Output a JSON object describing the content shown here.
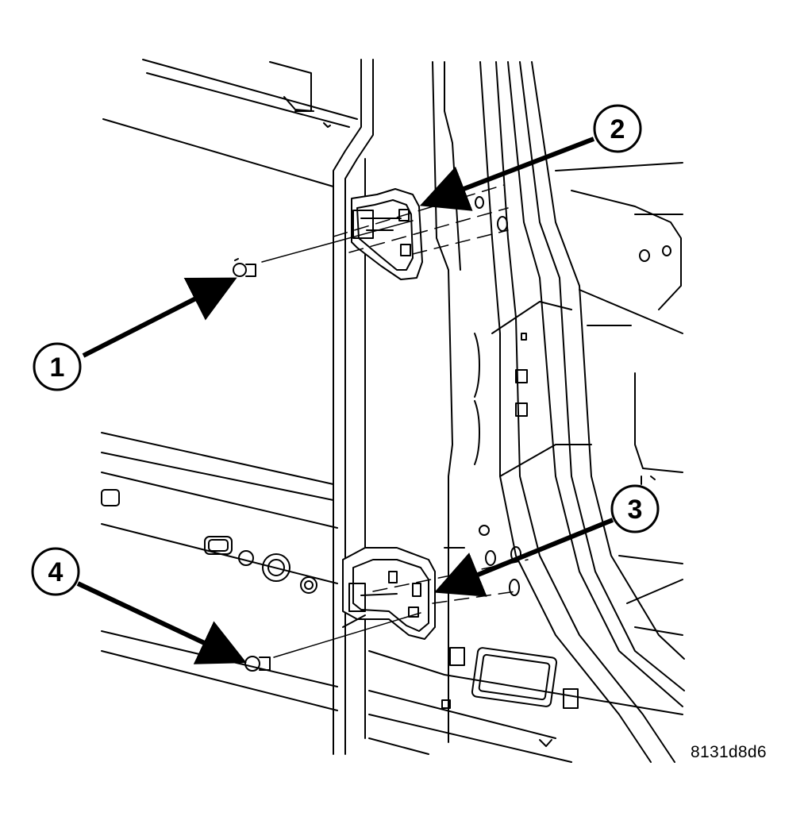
{
  "callouts": [
    {
      "id": "callout-1",
      "label": "1"
    },
    {
      "id": "callout-2",
      "label": "2"
    },
    {
      "id": "callout-3",
      "label": "3"
    },
    {
      "id": "callout-4",
      "label": "4"
    }
  ],
  "figure_code": "8131d8d6",
  "colors": {
    "ink": "#000000",
    "paper": "#ffffff"
  }
}
